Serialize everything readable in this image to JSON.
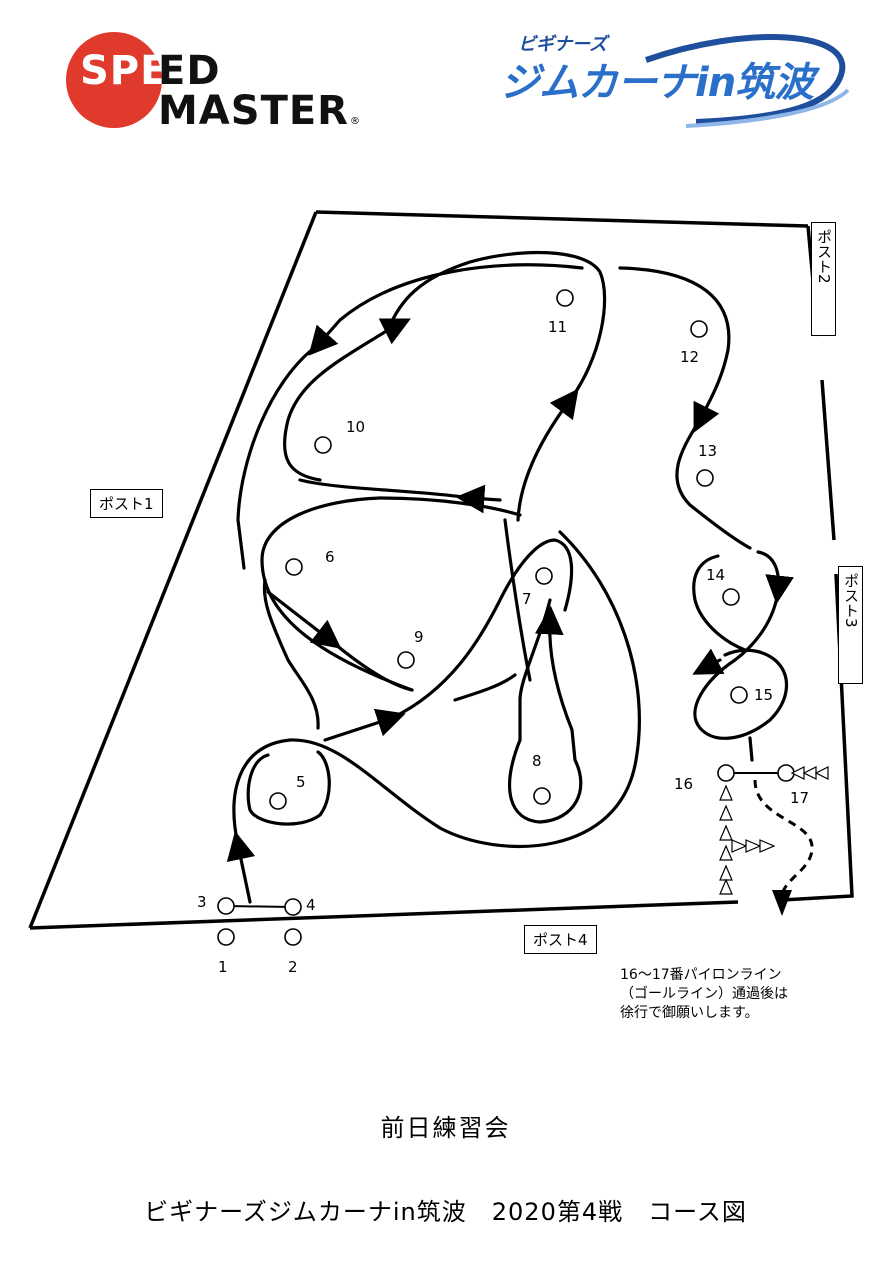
{
  "logos": {
    "speed_master": {
      "line1_a": "SPE",
      "line1_b": "ED",
      "line2": "MASTER",
      "reg": "®",
      "accent": "#e03a2c"
    },
    "gymkhana": {
      "sub": "ビギナーズ",
      "main": "ジムカーナin筑波",
      "accent": "#2a6fc9"
    }
  },
  "posts": {
    "post1": "ポスト1",
    "post2": "ポスト2",
    "post3": "ポスト3",
    "post4": "ポスト4"
  },
  "pylons": [
    "1",
    "2",
    "3",
    "4",
    "5",
    "6",
    "7",
    "8",
    "9",
    "10",
    "11",
    "12",
    "13",
    "14",
    "15",
    "16",
    "17"
  ],
  "note": {
    "line1": "16～17番パイロンライン",
    "line2": "（ゴールライン）通過後は",
    "line3": "徐行で御願いします。"
  },
  "titles": {
    "practice": "前日練習会",
    "main": "ビギナーズジムカーナin筑波　2020第4戦　コース図"
  }
}
